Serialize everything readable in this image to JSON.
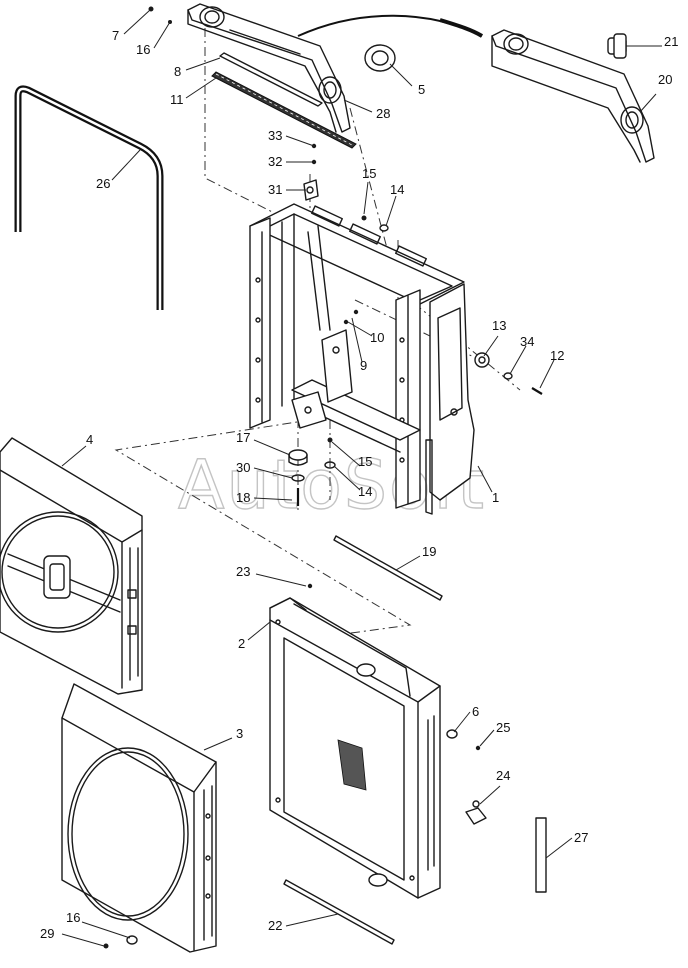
{
  "watermark": "AutoSoft",
  "callouts": {
    "c1": "1",
    "c2": "2",
    "c3": "3",
    "c4": "4",
    "c5": "5",
    "c6": "6",
    "c7": "7",
    "c8": "8",
    "c9": "9",
    "c10": "10",
    "c11": "11",
    "c12": "12",
    "c13": "13",
    "c14a": "14",
    "c14b": "14",
    "c15a": "15",
    "c15b": "15",
    "c16a": "16",
    "c16b": "16",
    "c17": "17",
    "c18": "18",
    "c19": "19",
    "c20": "20",
    "c21": "21",
    "c22": "22",
    "c23": "23",
    "c24": "24",
    "c25": "25",
    "c26": "26",
    "c27": "27",
    "c28": "28",
    "c29": "29",
    "c30": "30",
    "c31": "31",
    "c32": "32",
    "c33": "33",
    "c34": "34"
  }
}
